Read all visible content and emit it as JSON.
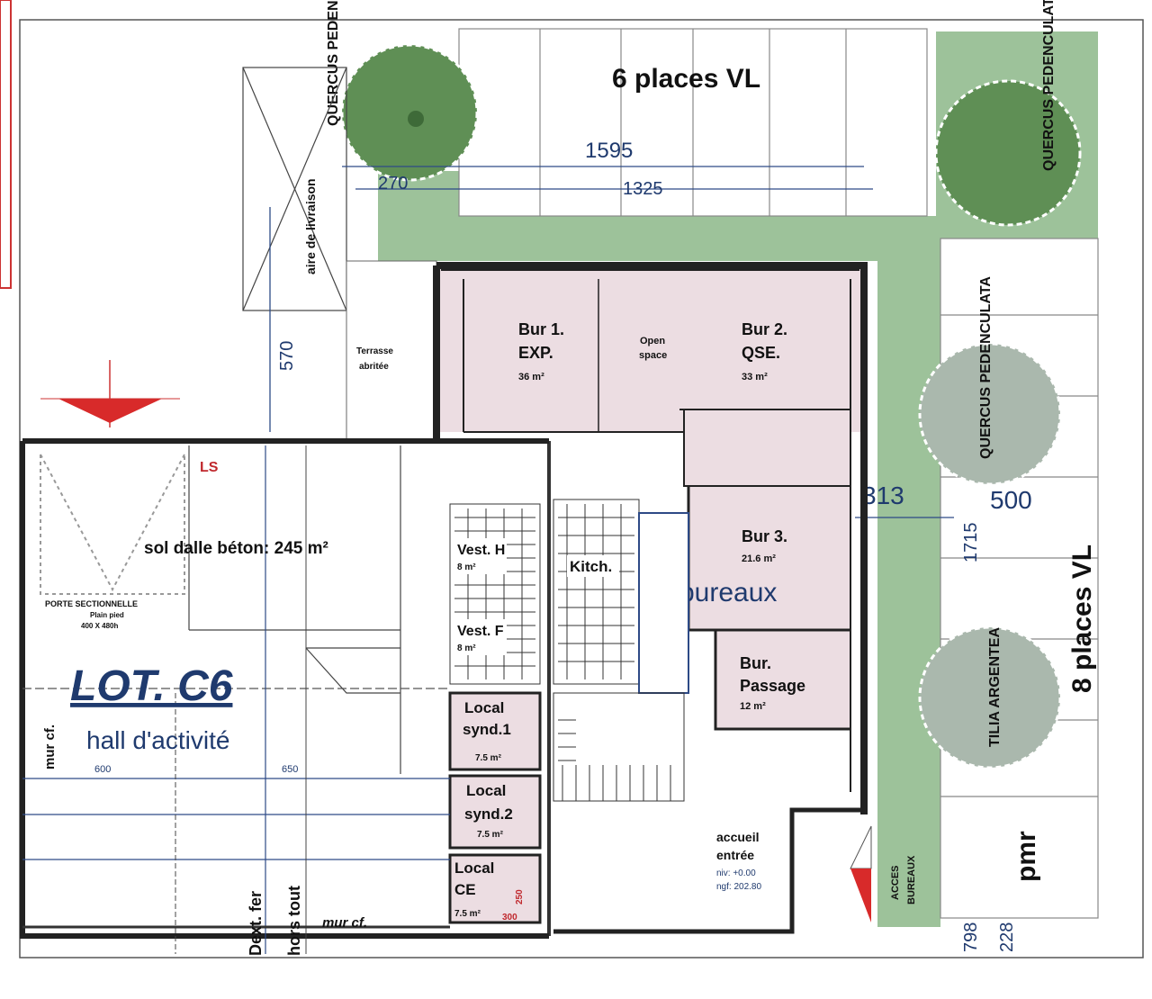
{
  "plan": {
    "title": "LOT. C6",
    "subtitle": "hall d'activité",
    "parking_top": "6 places VL",
    "parking_right": "8 places VL",
    "pmr": "pmr",
    "delivery": "aire de livraison",
    "terrace": [
      "Terrasse",
      "abritée"
    ],
    "floor": "sol dalle béton: 245 m²",
    "door_label": [
      "PORTE SECTIONNELLE",
      "Plain pied",
      "400 X 480h"
    ],
    "ls": "LS",
    "bureaux": "bureaux",
    "walls": [
      "mur cf.",
      "mur cf."
    ],
    "ext_fer": "Dext. fer",
    "hors_tout": "hors tout",
    "access": [
      "ACCES",
      "BUREAUX"
    ],
    "rooms": [
      {
        "name": [
          "Bur 1.",
          "EXP."
        ],
        "area": "36 m²"
      },
      {
        "name": [
          "Open",
          "space"
        ],
        "area": ""
      },
      {
        "name": [
          "Bur 2.",
          "QSE."
        ],
        "area": "33 m²"
      },
      {
        "name": [
          "Bur 3."
        ],
        "area": "21.6 m²"
      },
      {
        "name": [
          "Bur.",
          "Passage"
        ],
        "area": "12 m²"
      },
      {
        "name": [
          "Vest. H"
        ],
        "area": "8 m²"
      },
      {
        "name": [
          "Vest. F"
        ],
        "area": "8 m²"
      },
      {
        "name": [
          "Kitch."
        ],
        "area": ""
      },
      {
        "name": [
          "Local",
          "synd.1"
        ],
        "area": "7.5 m²"
      },
      {
        "name": [
          "Local",
          "synd.2"
        ],
        "area": "7.5 m²"
      },
      {
        "name": [
          "Local",
          "CE"
        ],
        "area": "7.5 m²"
      },
      {
        "name": [
          "accueil",
          "entrée"
        ],
        "area": ""
      }
    ],
    "levels": [
      "niv: +0.00",
      "ngf: 202.80"
    ],
    "dimensions": {
      "d1595": "1595",
      "d1325": "1325",
      "d270": "270",
      "d570": "570",
      "d313": "313",
      "d500": "500",
      "d1715": "1715",
      "d798": "798",
      "d228": "228",
      "d600": "600",
      "d650": "650",
      "d250": "250",
      "d300": "300"
    },
    "trees": [
      "QUERCUS PEDENCULATA",
      "QUERCUS PEDENCULATA",
      "QUERCUS PEDENCULATA",
      "TILIA ARGENTEA"
    ],
    "colors": {
      "green": "#9dc29a",
      "tree": "#5f8f55",
      "tree_light": "#aab8ad",
      "office": "#ecdde2",
      "red": "#d82a2a",
      "blue": "#1f3a6e"
    }
  }
}
